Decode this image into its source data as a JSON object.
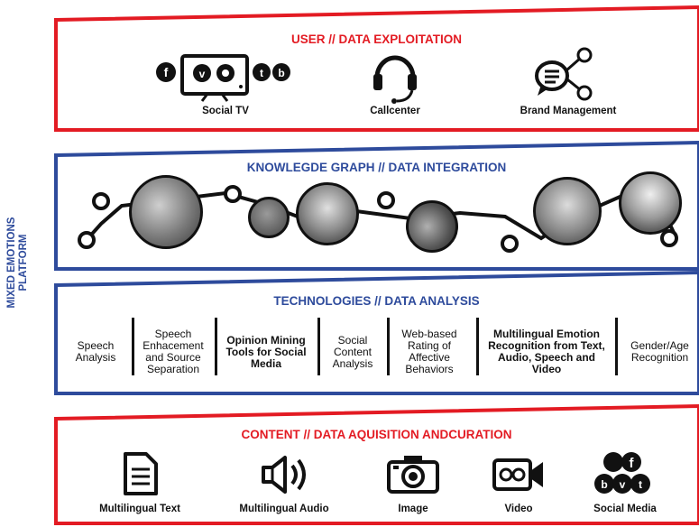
{
  "side_label": {
    "line1": "MIXED EMOTIONS",
    "line2": "PLATFORM"
  },
  "user_panel": {
    "title": "USER // DATA EXPLOITATION",
    "items": [
      {
        "label": "Social TV",
        "icon": "social-tv-icon"
      },
      {
        "label": "Callcenter",
        "icon": "headset-icon"
      },
      {
        "label": "Brand Management",
        "icon": "share-chat-icon"
      }
    ]
  },
  "knowledge_panel": {
    "title": "KNOWLEGDE GRAPH // DATA INTEGRATION"
  },
  "tech_panel": {
    "title": "TECHNOLOGIES // DATA ANALYSIS",
    "items": [
      {
        "label": "Speech Analysis",
        "bold": false
      },
      {
        "label": "Speech Enhacement and Source Separation",
        "bold": false
      },
      {
        "label": "Opinion Mining Tools for Social Media",
        "bold": true
      },
      {
        "label": "Social Content Analysis",
        "bold": false
      },
      {
        "label": "Web-based Rating of Affective Behaviors",
        "bold": false
      },
      {
        "label": "Multilingual Emotion Recognition from Text, Audio, Speech and Video",
        "bold": true
      },
      {
        "label": "Gender/Age Recognition",
        "bold": false
      }
    ]
  },
  "content_panel": {
    "title": "CONTENT // DATA AQUISITION ANDCURATION",
    "items": [
      {
        "label": "Multilingual Text",
        "icon": "document-icon"
      },
      {
        "label": "Multilingual Audio",
        "icon": "speaker-icon"
      },
      {
        "label": "Image",
        "icon": "camera-icon"
      },
      {
        "label": "Video",
        "icon": "video-camera-icon"
      },
      {
        "label": "Social Media",
        "icon": "social-media-icon"
      }
    ]
  },
  "colors": {
    "red": "#e31b23",
    "blue": "#2e4b9c",
    "dark": "#111111"
  }
}
